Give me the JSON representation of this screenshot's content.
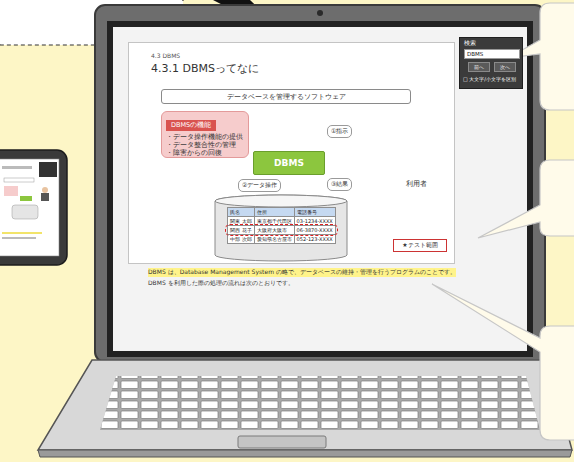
{
  "diagram": {
    "nodes": [
      {
        "text": [
          "4.3 DBMS",
          "4.3.1 DBMSってなに"
        ]
      },
      {
        "text": [
          "検索",
          "□ 大文字/小文字を区別"
        ]
      },
      {
        "text": [
          "DBMS"
        ],
        "in": 1
      },
      {
        "text": [
          "前へ"
        ],
        "in": 1
      },
      {
        "text": [
          "次へ"
        ],
        "in": 1
      },
      {
        "text": [
          "データベースを管理するソフトウェア"
        ],
        "in": 0
      },
      {
        "text": [
          "DBMSの機能",
          "・データ操作機能の提供",
          "・データ整合性の管理",
          "・障害からの回復"
        ],
        "in": 0
      },
      {
        "text": [
          "DBMS"
        ],
        "in": 0
      },
      {
        "text": [
          "利用者"
        ],
        "in": 0
      },
      {
        "text": [
          "氏名",
          "住所",
          "電話番号",
          "関東 太郎",
          "東京都千代田区",
          "03-1234-XXXX",
          "関西 花子",
          "大阪府大阪市",
          "06-3870-XXXX",
          "中部 次郎",
          "愛知県名古屋市",
          "052-123-XXXX"
        ],
        "in": 0
      },
      {
        "text": [
          "★テスト範囲"
        ],
        "in": 0
      }
    ],
    "edges": [
      {
        "from": 8,
        "to": 7,
        "label": "①指示",
        "arrow": "to"
      },
      {
        "from": 7,
        "to": 8,
        "label": "③結果",
        "arrow": "to"
      },
      {
        "from": 7,
        "to": 9,
        "label": "②データ操作",
        "arrow": "both"
      }
    ],
    "labels": [
      "DBMS は、Database Management System の略で、データベースの維持・管理を行うプログラムのことです。",
      "DBMS を利用した際の処理の流れは次のとおりです。"
    ]
  }
}
